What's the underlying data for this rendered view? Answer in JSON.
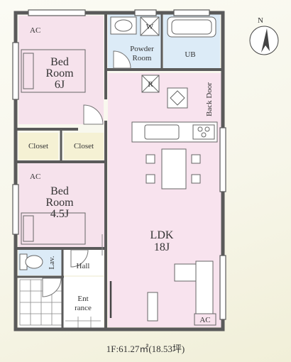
{
  "rooms": {
    "bedroom_a": {
      "line1": "Bed",
      "line2": "Room",
      "line3": "6J",
      "ac": "AC"
    },
    "bedroom_b": {
      "line1": "Bed",
      "line2": "Room",
      "line3": "4.5J",
      "ac": "AC"
    },
    "closet_left": "Closet",
    "closet_right": "Closet",
    "powder_room": {
      "line1": "Powder",
      "line2": "Room",
      "w": "W"
    },
    "ub": "UB",
    "ldk": {
      "line1": "LDK",
      "line2": "18J",
      "ac": "AC",
      "r": "R"
    },
    "back_door": "Back Door",
    "lav": "Lav.",
    "hall": "Hall",
    "entrance": {
      "line1": "Ent",
      "line2": "rance"
    }
  },
  "caption": "1F:61.27㎡(18.53坪)",
  "compass": {
    "label": "N"
  },
  "colors": {
    "bedroom": "#f6e2ec",
    "ldk": "#f8e3ee",
    "closet": "#f5f1d4",
    "wet": "#dcebf7",
    "entrance": "#ffffff",
    "wall": "#5a5a5a"
  }
}
